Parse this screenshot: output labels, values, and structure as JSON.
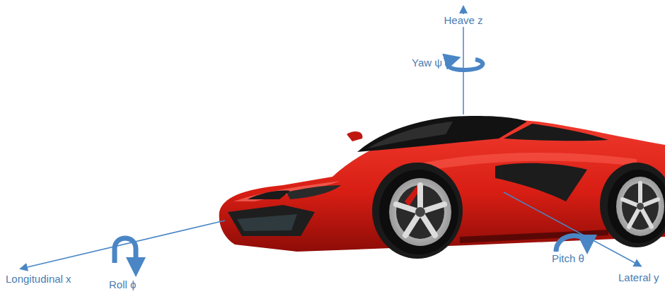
{
  "diagram": {
    "labels": [
      "Heave z",
      "Yaw ψ",
      "Longitudinal x",
      "Roll ϕ",
      "Pitch θ",
      "Lateral y"
    ]
  }
}
